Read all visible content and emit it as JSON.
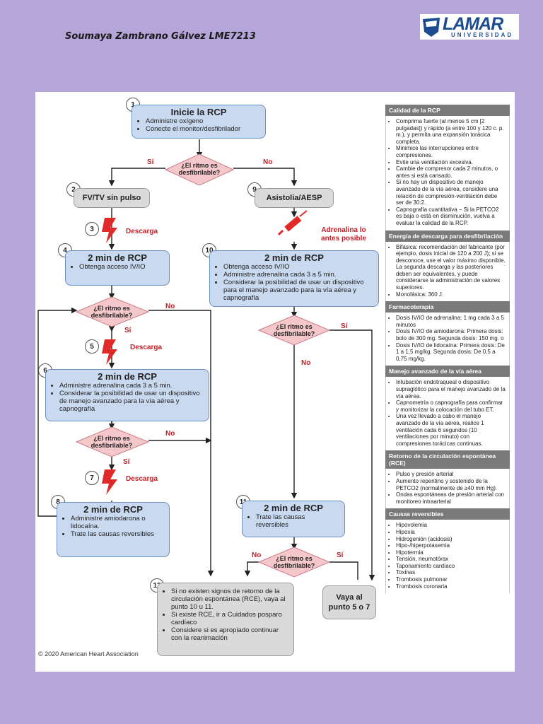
{
  "author": "Soumaya Zambrano Gálvez  LME7213",
  "logo": {
    "word": "LAMAR",
    "sub": "UNIVERSIDAD"
  },
  "flow": {
    "n1": {
      "num": "1",
      "title": "Inicie la RCP",
      "items": [
        "Administre oxígeno",
        "Conecte el monitor/desfibrilador"
      ]
    },
    "d1": "¿El ritmo es desfibrilable?",
    "si": "Sí",
    "no": "No",
    "n2": {
      "num": "2",
      "label": "FV/TV sin pulso"
    },
    "n3": {
      "num": "3",
      "label": "Descarga"
    },
    "n4": {
      "num": "4",
      "title": "2 min de RCP",
      "items": [
        "Obtenga acceso IV/IO"
      ]
    },
    "n5": {
      "num": "5",
      "label": "Descarga"
    },
    "n6": {
      "num": "6",
      "title": "2 min de RCP",
      "items": [
        "Administre adrenalina cada 3 a 5 min.",
        "Considerar la posibilidad de usar un dispositivo de manejo avanzado para la vía aérea y capnografía"
      ]
    },
    "n7": {
      "num": "7",
      "label": "Descarga"
    },
    "n8": {
      "num": "8",
      "title": "2 min de RCP",
      "items": [
        "Administre amiodarona o lidocaína.",
        "Trate las causas reversibles"
      ]
    },
    "n9": {
      "num": "9",
      "label": "Asistolia/AESP"
    },
    "adren": "Adrenalina lo antes posible",
    "n10": {
      "num": "10",
      "title": "2 min de RCP",
      "items": [
        "Obtenga acceso IV/IO",
        "Administre adrenalina cada 3 a 5 min.",
        "Considerar la posibilidad de usar un dispositivo para el manejo avanzado para la vía aérea y capnografía"
      ]
    },
    "n11": {
      "num": "11",
      "title": "2 min de RCP",
      "items": [
        "Trate las causas reversibles"
      ]
    },
    "n12": {
      "num": "12",
      "items": [
        "Si no existen signos de retorno de la circulación espontánea (RCE), vaya al punto 10 u 11.",
        "Si existe RCE, ir a Cuidados posparo cardíaco",
        "Considere si es apropiado continuar con la reanimación"
      ]
    },
    "goto": "Vaya al punto 5 o 7",
    "copyright": "© 2020 American Heart Association"
  },
  "sidebar": [
    {
      "title": "Calidad de la RCP",
      "items": [
        "Comprima fuerte (al menos 5 cm [2 pulgadas]) y rápido (a entre 100 y 120 c. p. m.), y permita una expansión torácica completa.",
        "Minimice las interrupciones entre compresiones.",
        "Evite una ventilación excesiva.",
        "Cambie de compresor cada 2 minutos, o antes si está cansado.",
        "Si no hay un dispositivo de manejo avanzado de la vía aérea, considere una relación de compresión-ventilación debe ser de 30:2.",
        "Capnografía cuantitativa – Si la PETCO2 es baja o está en disminución, vuelva a evaluar la calidad de la RCP."
      ]
    },
    {
      "title": "Energía de descarga para desfibrilación",
      "items": [
        "Bifásica: recomendación del fabricante (por ejemplo, dosis inicial de 120 a 200 J); si se desconoce, use el valor máximo disponible. La segunda descarga y las posteriores deben ser equivalentes, y puede considerarse la administración de valores superiores.",
        "Monofásica: 360 J."
      ]
    },
    {
      "title": "Farmacoterapia",
      "items": [
        "Dosis IV/IO de adrenalina: 1 mg cada 3 a 5 minutos",
        "Dosis IV/IO de amiodarona: Primera dosis: bolo de 300 mg. Segunda dosis: 150 mg. o",
        "Dosis IV/IO de lidocaína: Primera dosis: De 1 a 1,5 mg/kg. Segunda dosis: De 0,5 a 0,75 mg/kg."
      ]
    },
    {
      "title": "Manejo avanzado de la vía aérea",
      "items": [
        "Intubación endotraqueal o dispositivo supraglótico para el manejo avanzado de la vía aérea.",
        "Capnometría o capnografía para confirmar y monitorizar la colocación del tubo ET.",
        "Una vez llevado a cabo el manejo avanzado de la vía aérea, realice 1 ventilación cada 6 segundos (10 ventilaciones por minuto) con compresiones torácicas continuas."
      ]
    },
    {
      "title": "Retorno de la circulación espontánea (RCE)",
      "items": [
        "Pulso y presión arterial",
        "Aumento repentino y sostenido de la PETCO2 (normalmente de ≥40 mm Hg).",
        "Ondas espontáneas de presión arterial con monitoreo intraarterial"
      ]
    },
    {
      "title": "Causas reversibles",
      "items": [
        "Hipovolemia",
        "Hipoxia",
        "Hidrogenión (acidosis)",
        "Hipo-/hiperpotasemia",
        "Hipotermia",
        "Tensión, neumotórax",
        "Taponamiento cardíaco",
        "Toxinas",
        "Trombosis pulmonar",
        "Trombosis coronaria"
      ]
    }
  ]
}
